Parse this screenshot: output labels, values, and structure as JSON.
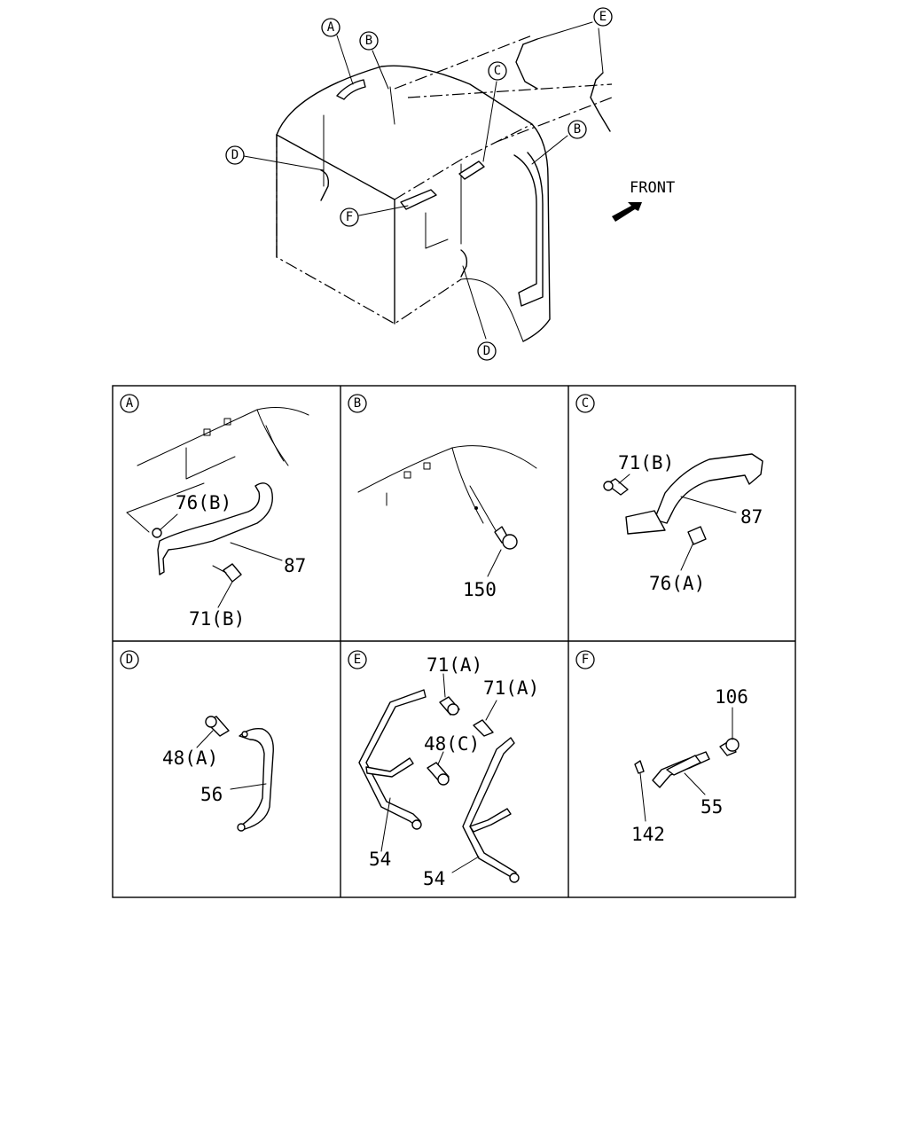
{
  "overview": {
    "front_label": "FRONT",
    "callouts": [
      "A",
      "B",
      "C",
      "D",
      "E",
      "F",
      "B",
      "D"
    ]
  },
  "panels": [
    {
      "id": "A",
      "parts": [
        "76(B)",
        "87",
        "71(B)"
      ]
    },
    {
      "id": "B",
      "parts": [
        "150"
      ]
    },
    {
      "id": "C",
      "parts": [
        "71(B)",
        "87",
        "76(A)"
      ]
    },
    {
      "id": "D",
      "parts": [
        "48(A)",
        "56"
      ]
    },
    {
      "id": "E",
      "parts": [
        "71(A)",
        "71(A)",
        "48(C)",
        "54",
        "54"
      ]
    },
    {
      "id": "F",
      "parts": [
        "106",
        "55",
        "142"
      ]
    }
  ]
}
